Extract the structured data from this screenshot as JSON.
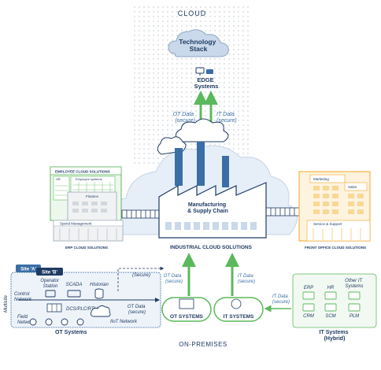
{
  "cloud_zone": {
    "title": "CLOUD",
    "technology_stack": "Technology\nStack",
    "edge_systems": "EDGE\nSystems",
    "ot_data_up": "OT Data\n(secure)",
    "it_data_up": "IT Data\n(secure)"
  },
  "employee_building": {
    "header": "EMPLOYEE CLOUD SOLUTIONS",
    "hr": "HR",
    "employee_systems": "Employee systems",
    "finance": "Finance",
    "spend_management": "Spend Management",
    "caption": "ERP CLOUD SOLUTIONS"
  },
  "factory": {
    "label": "Manufacturing\n& Supply Chain",
    "caption": "INDUSTRIAL CLOUD SOLUTIONS"
  },
  "front_office_building": {
    "marketing": "Marketing",
    "sales": "Sales",
    "service_support": "Service & Support",
    "caption": "FRONT OFFICE CLOUD SOLUTIONS"
  },
  "on_premises": {
    "title": "ON-PREMISES",
    "multisite_label": "Multisite",
    "site_a": "Site 'A'",
    "site_b": "Site 'B'",
    "operator_station": "Operator\nStation",
    "scada": "SCADA",
    "historian": "Historian",
    "secure_top": "(Secure)",
    "control_network": "Control\nNetwork",
    "dcs": "DCS/PLC/RTU",
    "ot_data_secure": "OT Data\n(secure)",
    "iiot_network": "IIoT Network",
    "field_network": "Field\nNetwork",
    "ot_systems_group": "OT Systems",
    "ot_data_center": "OT Data\n(secure)",
    "it_data_center": "IT Data\n(secure)",
    "ot_systems_pill": "OT SYSTEMS",
    "it_systems_pill": "IT SYSTEMS",
    "it_data_left": "IT Data\n(secure)"
  },
  "it_systems": {
    "erp": "ERP",
    "hr": "HR",
    "other": "Other IT\nSystems",
    "crm": "CRM",
    "scm": "SCM",
    "plm": "PLM",
    "title": "IT Systems\n(Hybrid)"
  },
  "colors": {
    "navy": "#1f3b63",
    "blue": "#3a6ea5",
    "light_blue": "#dbe7f5",
    "green": "#5cb85c",
    "orange": "#f5a623",
    "grey": "#9aa5b1"
  }
}
